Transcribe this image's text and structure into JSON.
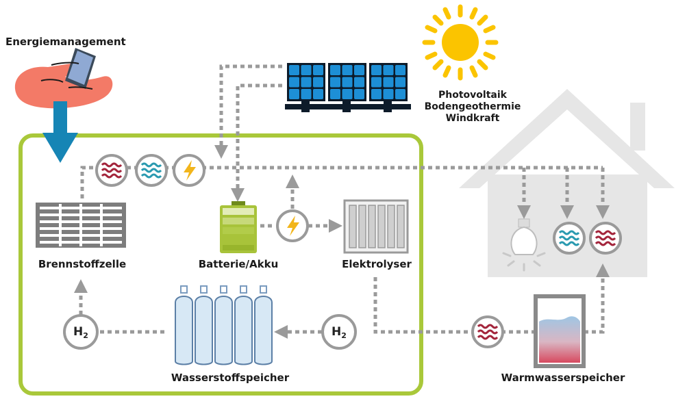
{
  "labels": {
    "energy_management": "Energiemanagement",
    "sources": [
      "Photovoltaik",
      "Bodengeothermie",
      "Windkraft"
    ],
    "fuel_cell": "Brennstoffzelle",
    "battery": "Batterie/Akku",
    "electrolyser": "Elektrolyser",
    "hydrogen_storage": "Wasserstoffspeicher",
    "hot_water_storage": "Warmwasserspeicher"
  },
  "symbols": {
    "h2_left": "H",
    "h2_right": "H",
    "h2_subscript": "2"
  },
  "icons": [
    "hand-phone-icon",
    "down-arrow-icon",
    "sun-icon",
    "solar-panel-icon",
    "house-icon",
    "heat-icon",
    "cold-water-icon",
    "electricity-icon",
    "fuel-cell-icon",
    "battery-icon",
    "electrolyser-icon",
    "gas-cylinders-icon",
    "light-bulb-icon",
    "water-tank-icon"
  ],
  "colors": {
    "system_border": "#a9c83a",
    "energy_arrow": "#1685b5",
    "sun": "#fbc400",
    "solar_panel": "#1d8fd6",
    "battery_fill": "#a8c33a",
    "bolt": "#f2b51b",
    "heat_wave": "#a3243b",
    "cold_wave": "#2a9ab0",
    "flow_line": "#9a9a9a",
    "house": "#e6e6e6"
  }
}
